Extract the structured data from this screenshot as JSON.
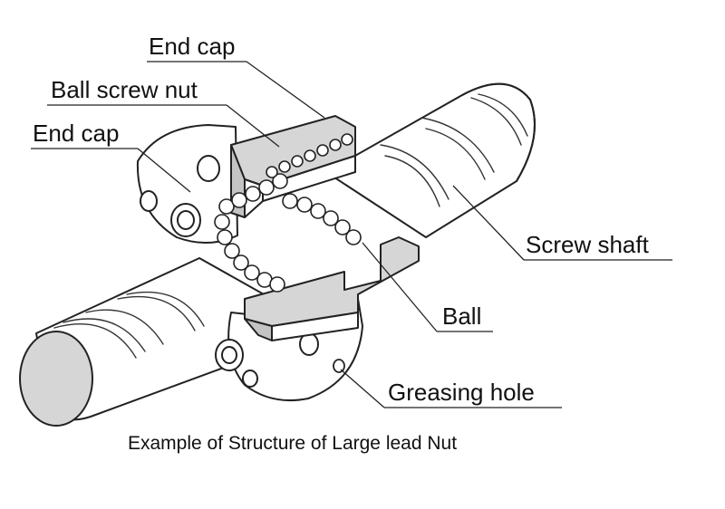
{
  "labels": {
    "end_cap_top": "End cap",
    "ball_screw_nut": "Ball screw nut",
    "end_cap_left": "End cap",
    "screw_shaft": "Screw shaft",
    "ball": "Ball",
    "greasing_hole": "Greasing hole"
  },
  "caption": "Example of Structure of Large lead Nut",
  "colors": {
    "line": "#222222",
    "part_fill": "#d6d6d6",
    "background": "#ffffff"
  }
}
